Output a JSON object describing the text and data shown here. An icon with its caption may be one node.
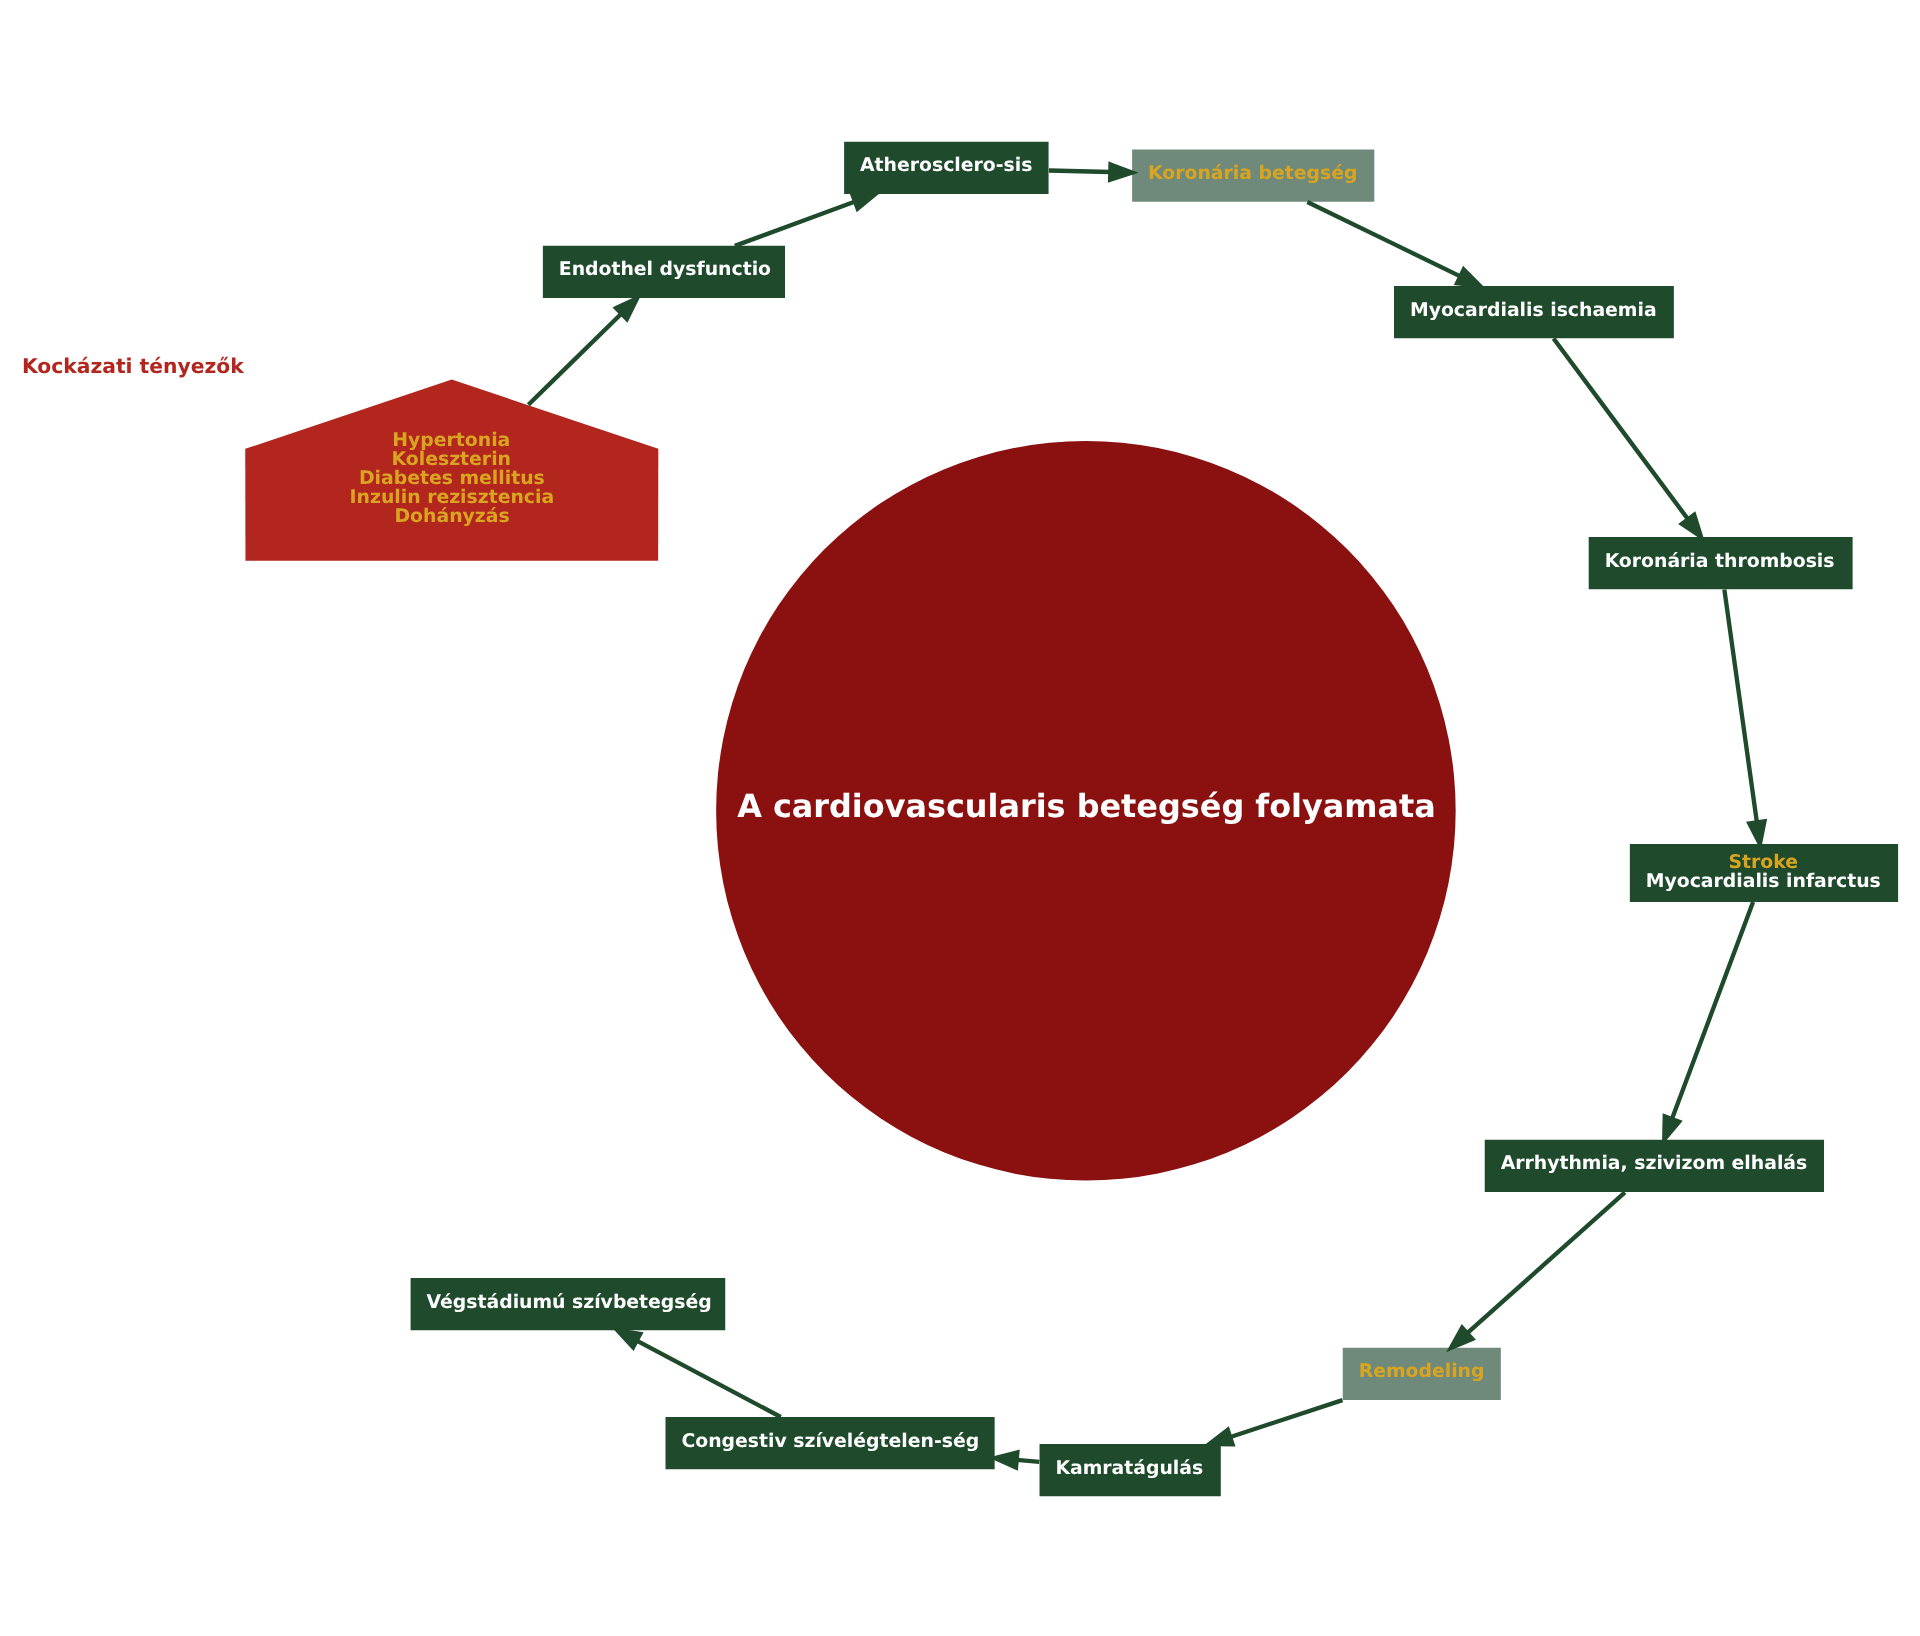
{
  "diagram": {
    "nodes": [
      {
        "text": [
          "Hypertonia",
          "Koleszterin",
          "Diabetes mellitus",
          "Inzulin rezisztencia",
          "Dohányzás"
        ],
        "beside": [
          "Kockázati tényezők"
        ]
      },
      {
        "text": [
          "Endothel dysfunctio"
        ]
      },
      {
        "text": [
          "Atherosclero-sis"
        ]
      },
      {
        "text": [
          "Koronária betegség"
        ]
      },
      {
        "text": [
          "Myocardialis ischaemia"
        ]
      },
      {
        "text": [
          "Koronária thrombosis"
        ]
      },
      {
        "text": [
          "Stroke",
          "Myocardialis infarctus"
        ]
      },
      {
        "text": [
          "Arrhythmia, szivizom elhalás"
        ]
      },
      {
        "text": [
          "Remodeling"
        ]
      },
      {
        "text": [
          "Kamratágulás"
        ]
      },
      {
        "text": [
          "Congestiv szívelégtelen-ség"
        ]
      },
      {
        "text": [
          "Végstádiumú szívbetegség"
        ]
      },
      {
        "text": [
          "A cardiovascularis betegség folyamata"
        ]
      }
    ],
    "edges": [
      {
        "from": 0,
        "to": 1,
        "arrow": "to"
      },
      {
        "from": 1,
        "to": 2,
        "arrow": "to"
      },
      {
        "from": 2,
        "to": 3,
        "arrow": "to"
      },
      {
        "from": 3,
        "to": 4,
        "arrow": "to"
      },
      {
        "from": 4,
        "to": 5,
        "arrow": "to"
      },
      {
        "from": 5,
        "to": 6,
        "arrow": "to"
      },
      {
        "from": 6,
        "to": 7,
        "arrow": "to"
      },
      {
        "from": 7,
        "to": 8,
        "arrow": "to"
      },
      {
        "from": 8,
        "to": 9,
        "arrow": "to"
      },
      {
        "from": 9,
        "to": 10,
        "arrow": "to"
      },
      {
        "from": 10,
        "to": 11,
        "arrow": "to"
      }
    ]
  }
}
